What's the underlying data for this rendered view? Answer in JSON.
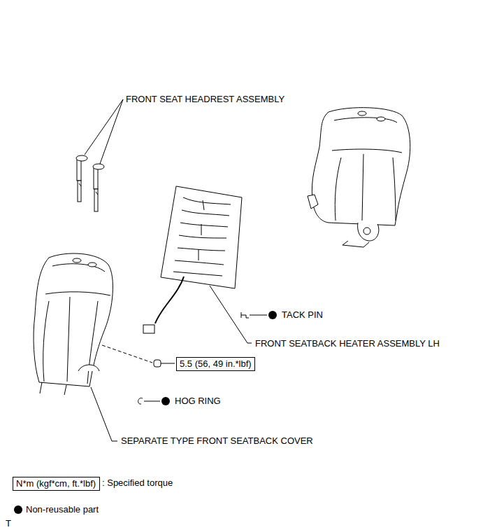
{
  "diagram": {
    "nodes": [
      {
        "text": [
          "5.5 (56, 49 in.*lbf)"
        ]
      },
      {
        "text": [
          "N*m (kgf*cm, ft.*lbf)"
        ]
      }
    ],
    "labels": [
      "FRONT SEAT HEADREST ASSEMBLY",
      "TACK PIN",
      "FRONT SEATBACK HEATER ASSEMBLY LH",
      "HOG RING",
      "SEPARATE TYPE FRONT SEATBACK COVER",
      "T"
    ],
    "legend": [
      {
        "text": ": Specified torque"
      },
      {
        "text": "Non-reusable part"
      }
    ]
  }
}
